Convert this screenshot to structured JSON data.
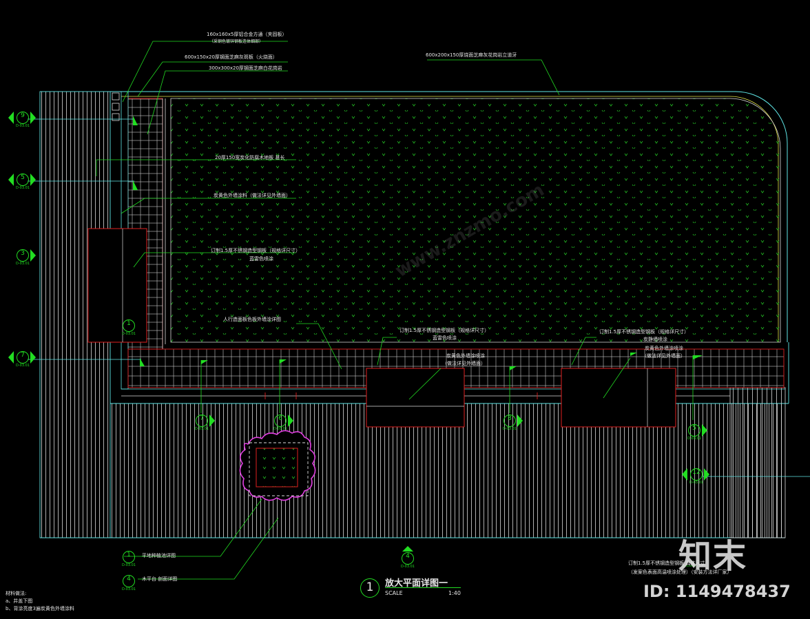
{
  "title": {
    "number": "1",
    "text": "放大平面详图一",
    "scale_label": "SCALE",
    "scale_value": "1:40"
  },
  "notes": {
    "heading": "材料做法:",
    "line_a": "a、井盖下图",
    "line_b": "b、背涂亮度3遍炭黄色外墙涂料"
  },
  "leaders": {
    "l1": "160x160x5厚铝合金方通（夹固板）",
    "l1b": "（采钢色镀锌钢板连体细部）",
    "l2": "600x150x20厚钢面芝麻灰斑板（火烧面）",
    "l3": "300x300x20厚钢面芝麻白花岗岩",
    "l4": "600x200x150厚烧面芝麻灰花岗岩立道牙",
    "l5": "20厚150宽炭化防腐木地板  甚长",
    "l6": "炭黄色外墙涂料（做法详见外墙面）",
    "l7": "订制1.5厚不锈钢造型钢板（规格详尺寸）",
    "l7b": "蓝雷色喷涂",
    "l8": "人行造面板色板外墙涂详图",
    "l9": "订制1.5厚不锈钢造型钢板（规格详尺寸）",
    "l9b": "蓝雷色喷涂",
    "l10": "炭黄色外墙涂喷涂",
    "l10b": "（做法详见外墙面）",
    "l11": "订制1.5厚不锈钢造型钢板（规格详尺寸）",
    "l11b": "炭静墙喷涂",
    "l12": "炭黄色外墙涂喷涂",
    "l12b": "（做法详见外墙面）",
    "l13": "订制1.5厚不锈钢造型钢板  具体尺寸",
    "l13b": "（发案色表面高温喷涂处理）（安装方法详厂家）",
    "l14": "平地种植池详图",
    "l15": "木平台  剖面详图"
  },
  "callouts": {
    "c9": {
      "num": "9",
      "sheet": "D-03.01"
    },
    "c5": {
      "num": "5",
      "sheet": "D-03.01"
    },
    "c3": {
      "num": "3",
      "sheet": "D-03.01"
    },
    "c7": {
      "num": "7",
      "sheet": "D-03.01"
    },
    "b7": {
      "num": "7",
      "sheet": "D-03.01"
    },
    "b6": {
      "num": "6",
      "sheet": "D-03.01"
    },
    "b8": {
      "num": "8",
      "sheet": "D-03.01"
    },
    "b5": {
      "num": "5",
      "sheet": "D-03.01"
    },
    "b12": {
      "num": "12",
      "sheet": "D-03.01"
    },
    "b4": {
      "num": "4",
      "sheet": "D-03.01"
    },
    "d1": {
      "num": "1",
      "sheet": "D-03.01"
    },
    "d2": {
      "num": "1",
      "sheet": "D-03.01"
    },
    "d3": {
      "num": "4",
      "sheet": "D-03.01"
    }
  },
  "watermark": {
    "logo": "知末",
    "id_text": "ID: 1149478437",
    "url": "www.znzmo.com"
  },
  "colors": {
    "bg": "#000000",
    "cyan": "#5fe6e6",
    "green": "#22dd22",
    "red": "#e02020",
    "white": "#e8e8e8",
    "yellow": "#e6e64a",
    "magenta": "#e040e0"
  }
}
